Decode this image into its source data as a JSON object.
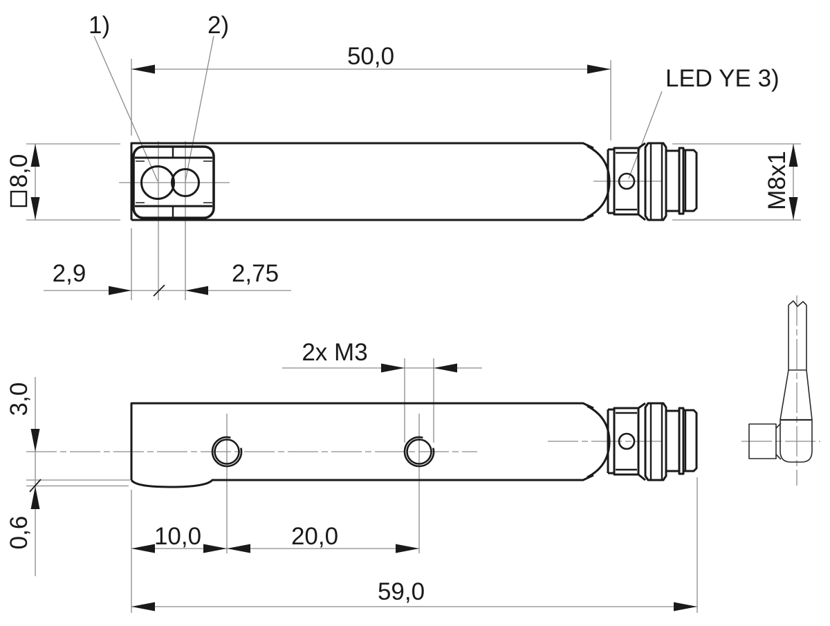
{
  "colors": {
    "outline": "#1a1a1a",
    "construction_line": "#8a8a8a",
    "background": "#ffffff"
  },
  "front_view": {
    "note_1_label": "1)",
    "note_2_label": "2)",
    "dim_body_length": "50,0",
    "dim_body_height": "8,0",
    "dim_lens1_offset": "2,9",
    "dim_lens_spacing": "2,75",
    "led_label": "LED YE 3)",
    "dim_thread": "M8x1"
  },
  "side_view": {
    "dim_hole_axis": "3,0",
    "dim_face_protrusion": "0,6",
    "holes_label": "2x M3",
    "dim_hole1_offset": "10,0",
    "dim_hole_spacing": "20,0",
    "dim_total_length": "59,0"
  }
}
